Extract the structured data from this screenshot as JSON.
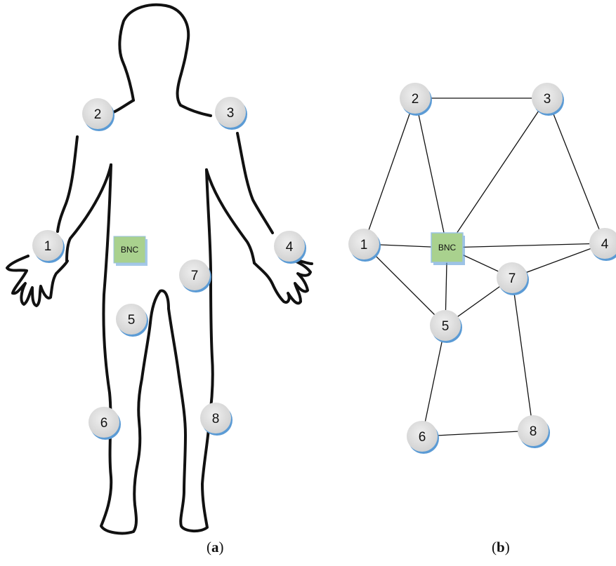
{
  "colors": {
    "node_fill": "#d9d9d9",
    "node_rim": "#5b9bd5",
    "bnc_fill": "#a9d18e",
    "bnc_border": "#5b9bd5",
    "outline": "#111111",
    "edge": "#111111"
  },
  "node_label_body": {
    "n1": "1",
    "n2": "2",
    "n3": "3",
    "n4": "4",
    "n5": "5",
    "n6": "6",
    "n7": "7",
    "n8": "8"
  },
  "node_label_graph": {
    "n1": "1",
    "n2": "2",
    "n3": "3",
    "n4": "4",
    "n5": "5",
    "n6": "6",
    "n7": "7",
    "n8": "8"
  },
  "bnc_label_body": "BNC",
  "bnc_label_graph": "BNC",
  "captions": {
    "a": {
      "open": "(",
      "letter": "a",
      "close": ")"
    },
    "b": {
      "open": "(",
      "letter": "b",
      "close": ")"
    }
  },
  "graph_edges": [
    [
      "n2",
      "n3"
    ],
    [
      "n2",
      "n1"
    ],
    [
      "n2",
      "bnc"
    ],
    [
      "n3",
      "bnc"
    ],
    [
      "n3",
      "n4"
    ],
    [
      "n1",
      "bnc"
    ],
    [
      "n1",
      "n5"
    ],
    [
      "bnc",
      "n4"
    ],
    [
      "bnc",
      "n5"
    ],
    [
      "bnc",
      "n7"
    ],
    [
      "n4",
      "n7"
    ],
    [
      "n5",
      "n7"
    ],
    [
      "n5",
      "n6"
    ],
    [
      "n7",
      "n8"
    ],
    [
      "n6",
      "n8"
    ]
  ]
}
